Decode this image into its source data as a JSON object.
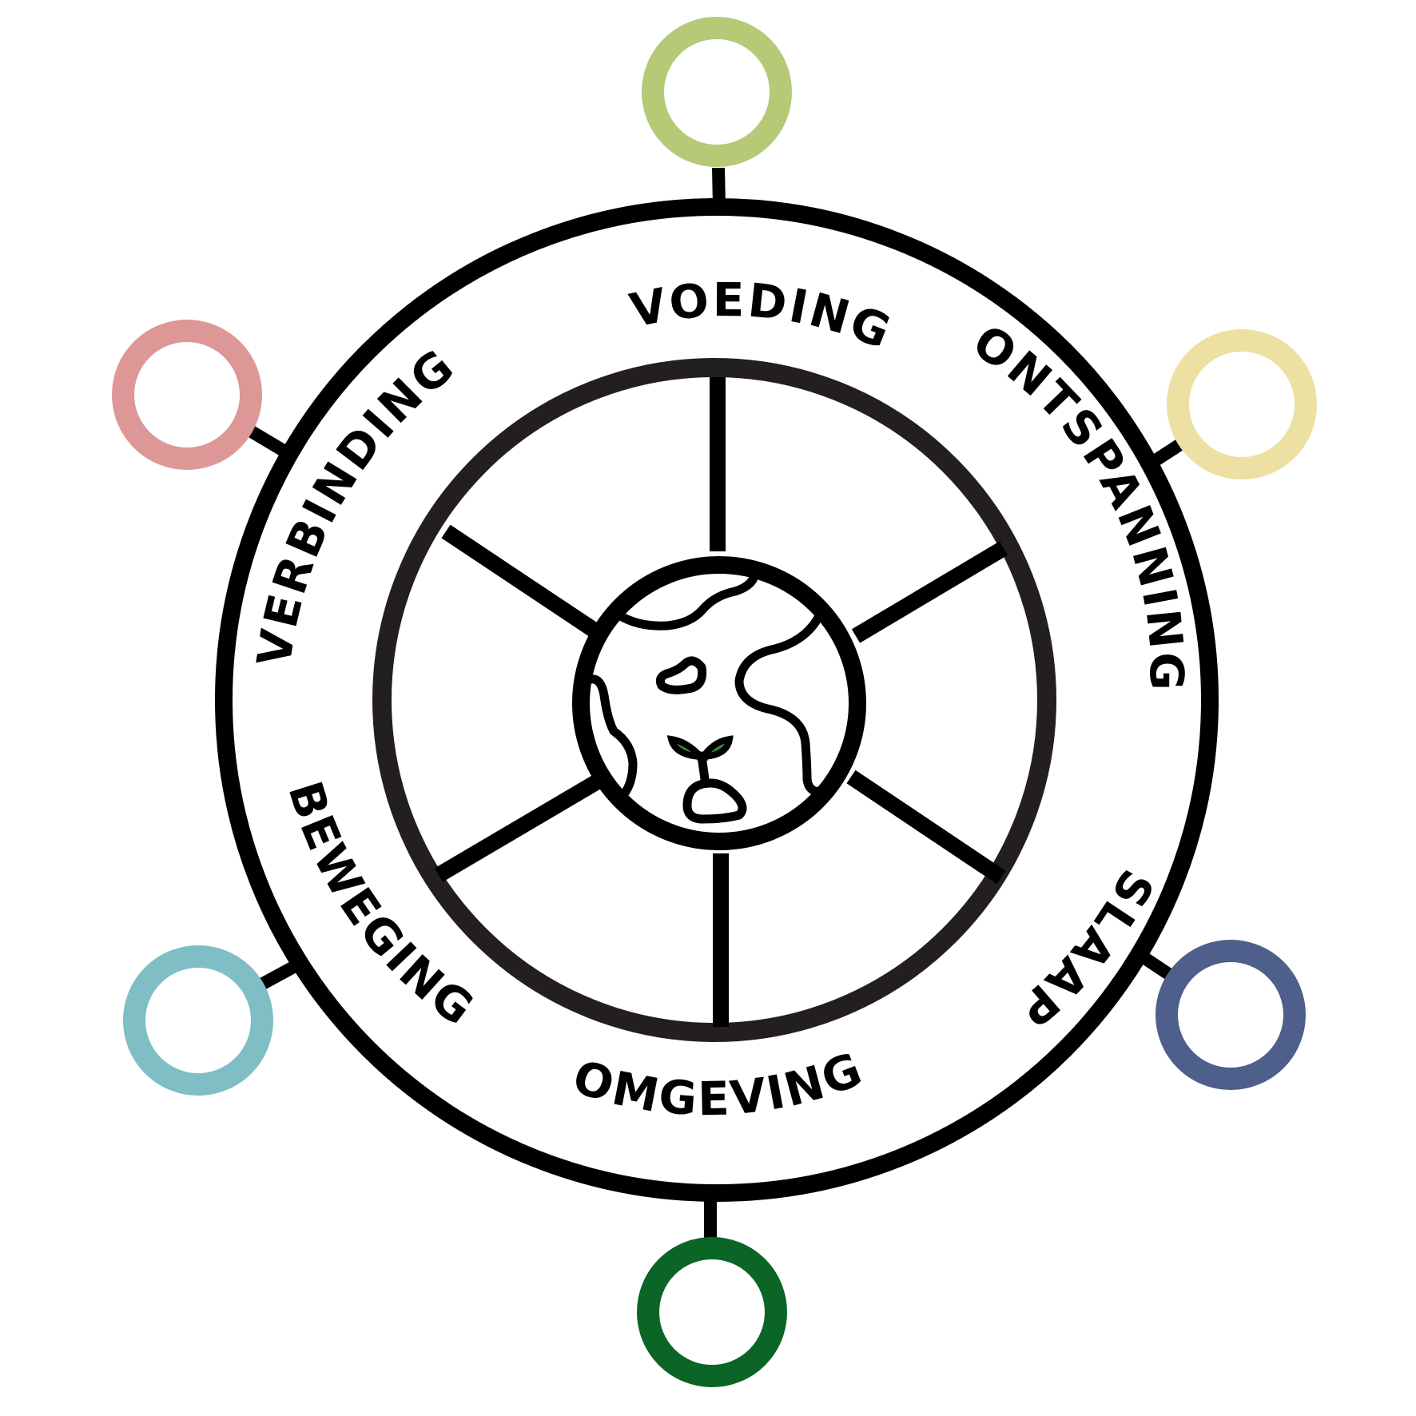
{
  "segments": [
    {
      "id": "voeding",
      "label": "VOEDING",
      "color": "#b5c977"
    },
    {
      "id": "ontspanning",
      "label": "ONTSPANNING",
      "color": "#ece0a3"
    },
    {
      "id": "slaap",
      "label": "SLAAP",
      "color": "#4f5f8b"
    },
    {
      "id": "omgeving",
      "label": "OMGEVING",
      "color": "#0b6526"
    },
    {
      "id": "beweging",
      "label": "BEWEGING",
      "color": "#7ebec4"
    },
    {
      "id": "verbinding",
      "label": "VERBINDING",
      "color": "#de9797"
    }
  ],
  "center_icon": "earth-with-sprout-icon",
  "colors": {
    "stroke": "#000000",
    "inner_ring": "#231f20",
    "leaf": "#2e8b3c"
  }
}
